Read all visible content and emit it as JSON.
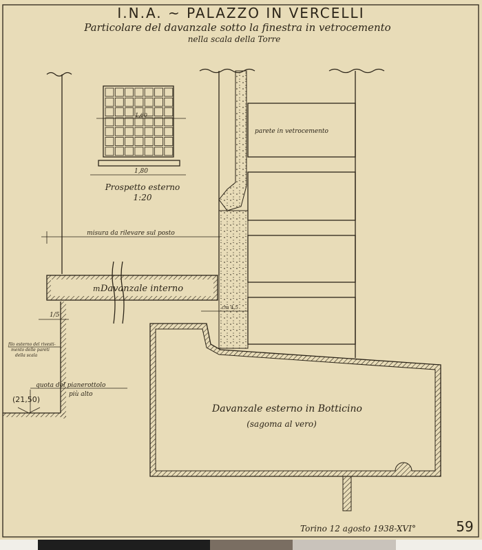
{
  "drawing": {
    "title": "I.N.A. ~ PALAZZO   IN   VERCELLI",
    "subtitle": "Particolare del davanzale sotto la finestra in vetrocemento",
    "subtitle2": "nella scala della Torre",
    "elevation": {
      "dim_height": "1,60",
      "dim_width": "1,80",
      "label": "Prospetto esterno",
      "scale": "1:20"
    },
    "labels": {
      "glass_wall": "parete in vetrocemento",
      "measure_on_site": "misura da rilevare sul posto",
      "inner_sill_prefix": "m",
      "inner_sill": "Davanzale interno",
      "dim_1_5": "1/5",
      "dim_cm45": "cm 4,5",
      "cladding_line_1": "filo esterno del rivesti-",
      "cladding_line_2": "mento delle pareti",
      "cladding_line_3": "della scala",
      "landing_1": "quota   del   pianerottolo",
      "landing_2": "più alto",
      "landing_level": "(21,50)",
      "outer_sill": "Davanzale esterno in Botticino",
      "outer_sill_note": "(sagoma al vero)"
    },
    "footer": {
      "place_date": "Torino 12 agosto 1938-XVI°",
      "sheet_number": "59"
    },
    "colors": {
      "paper": "#e8dcb8",
      "ink": "#2b2418"
    }
  }
}
